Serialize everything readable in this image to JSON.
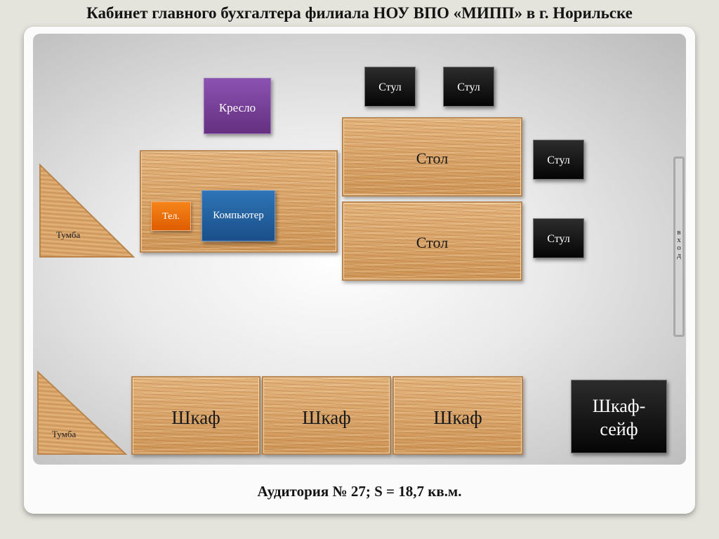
{
  "title": "Кабинет главного бухгалтера филиала НОУ ВПО «МИПП» в г. Норильске",
  "caption": "Аудитория № 27; S = 18,7 кв.м.",
  "furniture": {
    "armchair": "Кресло",
    "chair": "Стул",
    "table": "Стол",
    "phone": "Тел.",
    "computer": "Компьютер",
    "nightstand": "Тумба",
    "cabinet": "Шкаф",
    "safe_line1": "Шкаф-",
    "safe_line2": "сейф"
  },
  "entrance": "вход",
  "colors": {
    "wood": "#d9a46a",
    "armchair": "#7a43a0",
    "phone": "#f0720d",
    "computer": "#2462a2",
    "chair": "#111111",
    "safe": "#111111"
  }
}
